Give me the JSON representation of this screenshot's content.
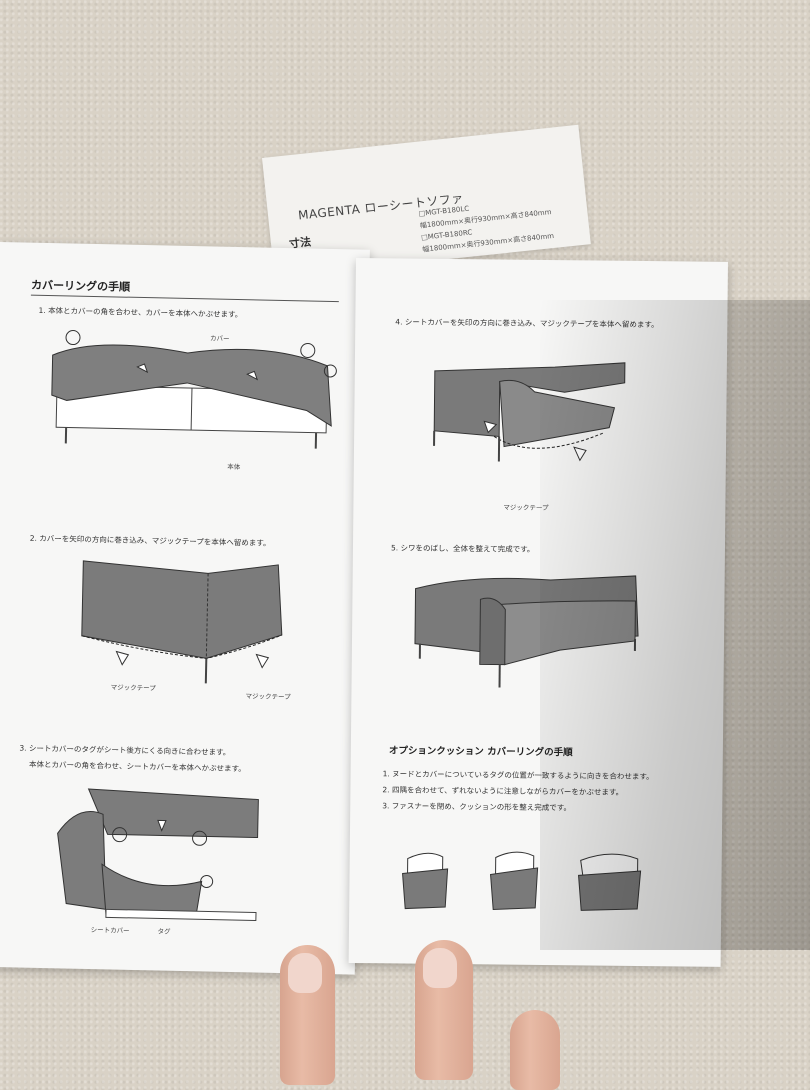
{
  "back_sheet": {
    "brand": "MAGENTA ローシートソファ",
    "section": "寸法",
    "codes": [
      "□MGT-B180LC",
      "幅1800mm×奥行930mm×高さ840mm",
      "□MGT-B180RC",
      "幅1800mm×奥行930mm×高さ840mm"
    ]
  },
  "left_page": {
    "title": "カバーリングの手順",
    "step1": "1. 本体とカバーの角を合わせ、カバーを本体へかぶせます。",
    "step1_label_cover": "カバー",
    "step1_label_body": "本体",
    "step2": "2. カバーを矢印の方向に巻き込み、マジックテープを本体へ留めます。",
    "step2_label_a": "マジックテープ",
    "step2_label_b": "マジックテープ",
    "step3_line1": "3. シートカバーのタグがシート後方にくる向きに合わせます。",
    "step3_line2": "本体とカバーの角を合わせ、シートカバーを本体へかぶせます。",
    "step3_label_seat": "シートカバー",
    "step3_label_tag": "タグ"
  },
  "right_page": {
    "step4": "4. シートカバーを矢印の方向に巻き込み、マジックテープを本体へ留めます。",
    "step4_label": "マジックテープ",
    "step5": "5. シワをのばし、全体を整えて完成です。",
    "option_title": "オプションクッション カバーリングの手順",
    "option_step1": "1. ヌードとカバーについているタグの位置が一致するように向きを合わせます。",
    "option_step2": "2. 四隅を合わせて、ずれないように注意しながらカバーをかぶせます。",
    "option_step3": "3. ファスナーを閉め、クッションの形を整え完成です。"
  }
}
